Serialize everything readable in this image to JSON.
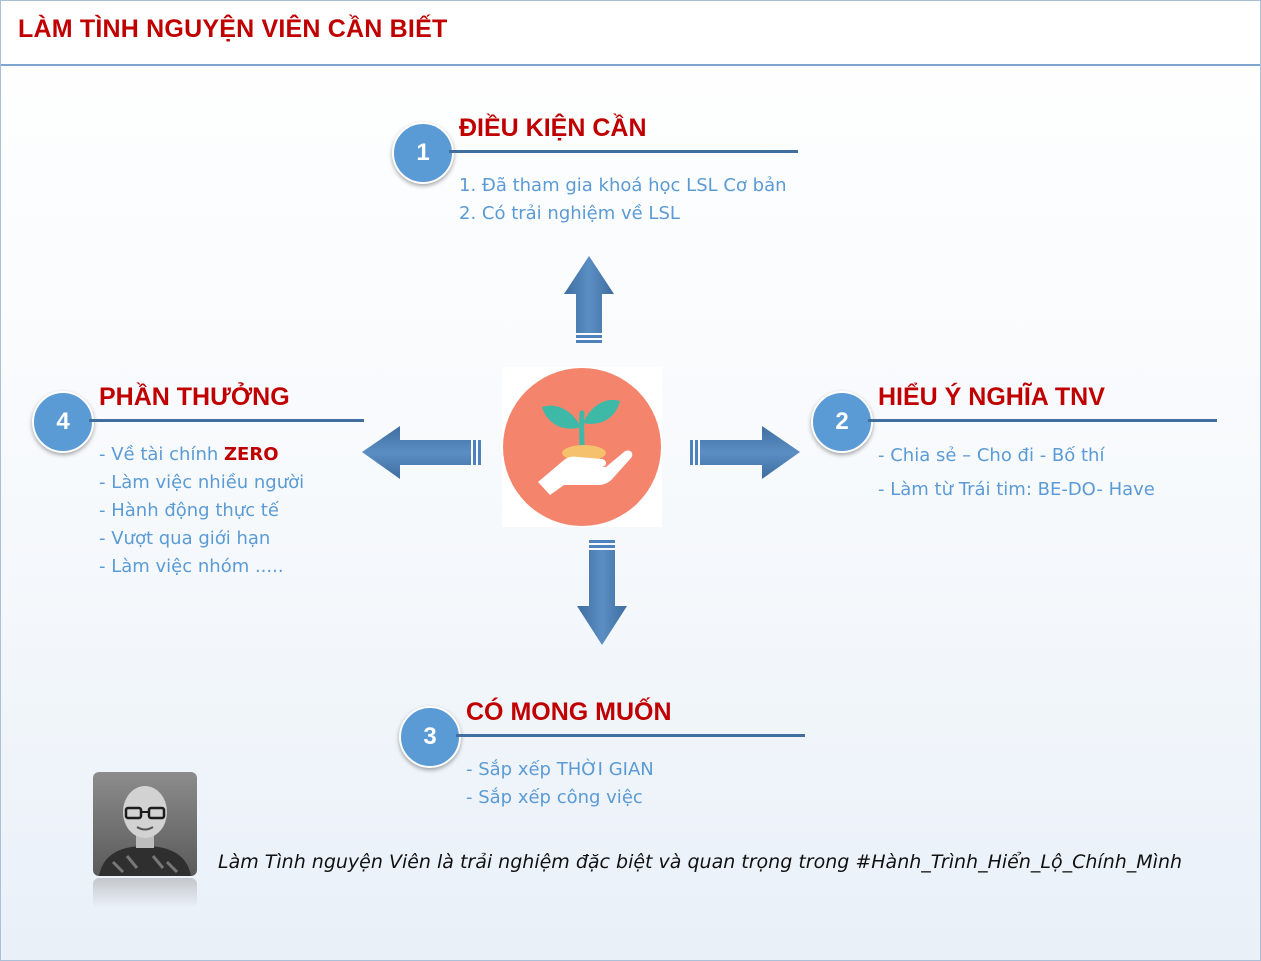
{
  "header": {
    "title": "LÀM TÌNH NGUYỆN VIÊN CẦN BIẾT"
  },
  "sections": [
    {
      "number": "1",
      "title": "ĐIỀU KIỆN CẦN",
      "items": [
        "1. Đã tham gia khoá học LSL Cơ bản",
        "2. Có trải nghiệm về LSL"
      ]
    },
    {
      "number": "2",
      "title": "HIỂU Ý NGHĨA TNV",
      "items": [
        "- Chia sẻ – Cho đi - Bố thí",
        "- Làm từ Trái tim: BE-DO- Have"
      ]
    },
    {
      "number": "3",
      "title": "CÓ MONG MUỐN",
      "items": [
        "- Sắp xếp THỜI GIAN",
        "- Sắp xếp công việc"
      ]
    },
    {
      "number": "4",
      "title": "PHẦN THƯỞNG",
      "item_first_prefix": "- Về tài chính ",
      "item_first_highlight": "ZERO",
      "items": [
        "- Làm việc nhiều người",
        "- Hành động thực tế",
        "- Vượt qua giới hạn",
        "- Làm việc nhóm ....."
      ]
    }
  ],
  "center": {
    "icon": "plant-in-hand-icon"
  },
  "quote": "Làm Tình nguyện Viên là trải nghiệm đặc biệt và quan trọng trong #Hành_Trình_Hiển_Lộ_Chính_Mình",
  "colors": {
    "title_red": "#c00000",
    "circle_blue": "#5b9bd5",
    "line_navy": "#3f6e9f",
    "arrow_blue": "#4f81bd",
    "center_orange": "#f4846b",
    "leaf_teal": "#3fb9a7"
  }
}
